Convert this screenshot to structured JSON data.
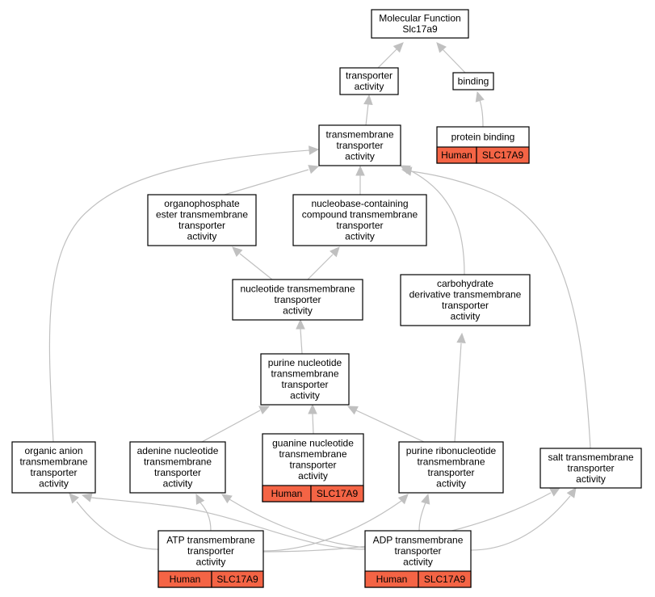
{
  "colors": {
    "edge": "#c0c0c0",
    "annotation_fill": "#f46445",
    "node_fill": "#ffffff",
    "node_stroke": "#000000"
  },
  "nodes": {
    "root": {
      "lines": [
        "Molecular Function",
        "Slc17a9"
      ]
    },
    "transporter_activity": {
      "lines": [
        "transporter",
        "activity"
      ]
    },
    "binding": {
      "lines": [
        "binding"
      ]
    },
    "protein_binding": {
      "lines": [
        "protein binding"
      ],
      "annotation": {
        "species": "Human",
        "gene": "SLC17A9"
      }
    },
    "transmembrane_transporter_activity": {
      "lines": [
        "transmembrane",
        "transporter",
        "activity"
      ]
    },
    "organophosphate_ester": {
      "lines": [
        "organophosphate",
        "ester transmembrane",
        "transporter",
        "activity"
      ]
    },
    "nucleobase_containing": {
      "lines": [
        "nucleobase-containing",
        "compound transmembrane",
        "transporter",
        "activity"
      ]
    },
    "nucleotide_transmembrane": {
      "lines": [
        "nucleotide transmembrane",
        "transporter",
        "activity"
      ]
    },
    "carbohydrate_derivative": {
      "lines": [
        "carbohydrate",
        "derivative transmembrane",
        "transporter",
        "activity"
      ]
    },
    "purine_nucleotide": {
      "lines": [
        "purine nucleotide",
        "transmembrane",
        "transporter",
        "activity"
      ]
    },
    "organic_anion": {
      "lines": [
        "organic anion",
        "transmembrane",
        "transporter",
        "activity"
      ]
    },
    "adenine_nucleotide": {
      "lines": [
        "adenine nucleotide",
        "transmembrane",
        "transporter",
        "activity"
      ]
    },
    "guanine_nucleotide": {
      "lines": [
        "guanine nucleotide",
        "transmembrane",
        "transporter",
        "activity"
      ],
      "annotation": {
        "species": "Human",
        "gene": "SLC17A9"
      }
    },
    "purine_ribonucleotide": {
      "lines": [
        "purine ribonucleotide",
        "transmembrane",
        "transporter",
        "activity"
      ]
    },
    "salt_transmembrane": {
      "lines": [
        "salt transmembrane",
        "transporter",
        "activity"
      ]
    },
    "atp_transmembrane": {
      "lines": [
        "ATP transmembrane",
        "transporter",
        "activity"
      ],
      "annotation": {
        "species": "Human",
        "gene": "SLC17A9"
      }
    },
    "adp_transmembrane": {
      "lines": [
        "ADP transmembrane",
        "transporter",
        "activity"
      ],
      "annotation": {
        "species": "Human",
        "gene": "SLC17A9"
      }
    }
  },
  "edges": [
    {
      "from": "transporter_activity",
      "to": "root"
    },
    {
      "from": "binding",
      "to": "root"
    },
    {
      "from": "protein_binding",
      "to": "binding"
    },
    {
      "from": "transmembrane_transporter_activity",
      "to": "transporter_activity"
    },
    {
      "from": "organophosphate_ester",
      "to": "transmembrane_transporter_activity"
    },
    {
      "from": "nucleobase_containing",
      "to": "transmembrane_transporter_activity"
    },
    {
      "from": "nucleotide_transmembrane",
      "to": "organophosphate_ester"
    },
    {
      "from": "nucleotide_transmembrane",
      "to": "nucleobase_containing"
    },
    {
      "from": "carbohydrate_derivative",
      "to": "transmembrane_transporter_activity"
    },
    {
      "from": "purine_nucleotide",
      "to": "nucleotide_transmembrane"
    },
    {
      "from": "organic_anion",
      "to": "transmembrane_transporter_activity"
    },
    {
      "from": "salt_transmembrane",
      "to": "transmembrane_transporter_activity"
    },
    {
      "from": "adenine_nucleotide",
      "to": "purine_nucleotide"
    },
    {
      "from": "guanine_nucleotide",
      "to": "purine_nucleotide"
    },
    {
      "from": "purine_ribonucleotide",
      "to": "purine_nucleotide"
    },
    {
      "from": "purine_ribonucleotide",
      "to": "carbohydrate_derivative"
    },
    {
      "from": "atp_transmembrane",
      "to": "organic_anion"
    },
    {
      "from": "atp_transmembrane",
      "to": "adenine_nucleotide"
    },
    {
      "from": "atp_transmembrane",
      "to": "purine_ribonucleotide"
    },
    {
      "from": "atp_transmembrane",
      "to": "salt_transmembrane"
    },
    {
      "from": "adp_transmembrane",
      "to": "organic_anion"
    },
    {
      "from": "adp_transmembrane",
      "to": "adenine_nucleotide"
    },
    {
      "from": "adp_transmembrane",
      "to": "purine_ribonucleotide"
    },
    {
      "from": "adp_transmembrane",
      "to": "salt_transmembrane"
    }
  ]
}
